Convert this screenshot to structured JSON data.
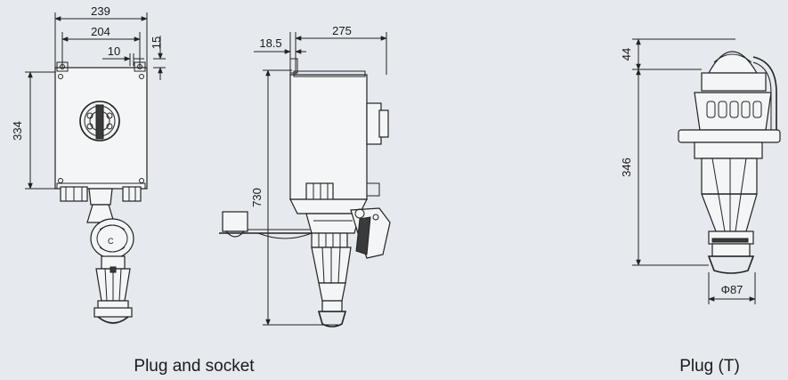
{
  "dimensions": {
    "front_width_outer": "239",
    "front_width_holes": "204",
    "hole_offset": "10",
    "hole_height": "15",
    "box_height": "334",
    "side_offset": "18.5",
    "side_depth": "275",
    "total_height": "730",
    "plug_cap": "44",
    "plug_length": "346",
    "plug_diameter": "Φ87"
  },
  "captions": {
    "left": "Plug and socket",
    "right": "Plug (T)"
  },
  "colors": {
    "background": "#e6e9ee",
    "line": "#222222"
  }
}
